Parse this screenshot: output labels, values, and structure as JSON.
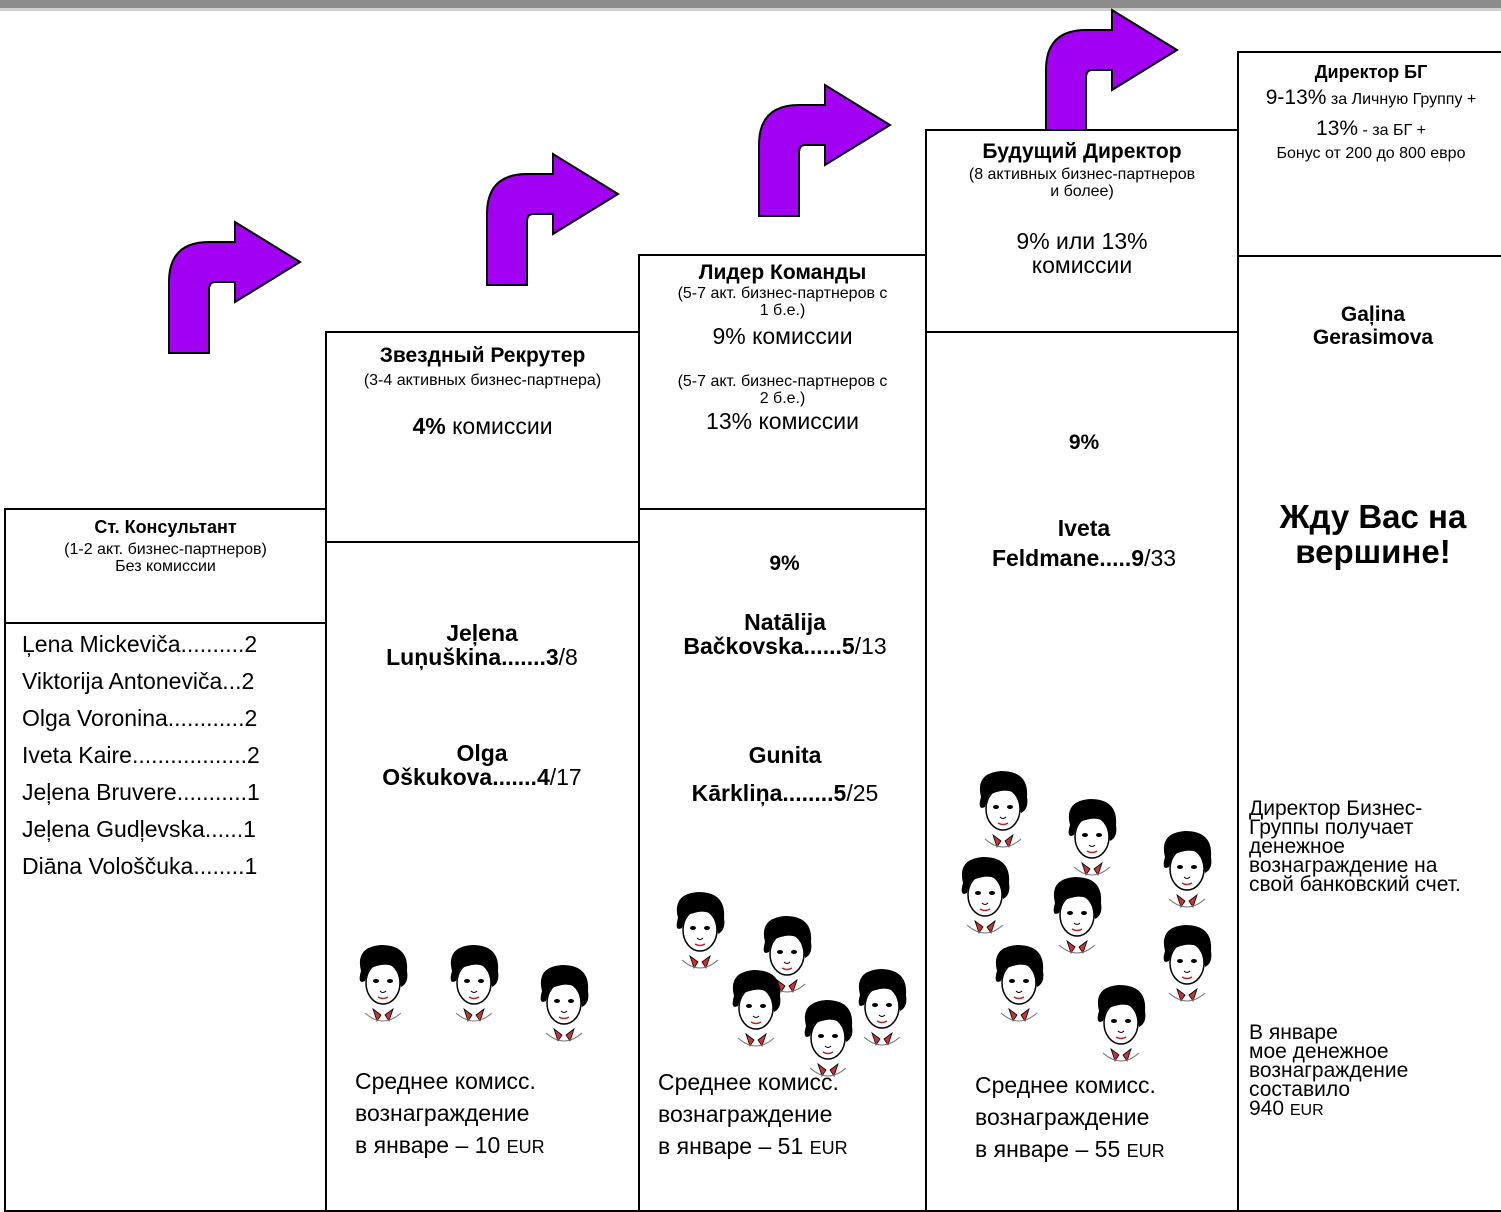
{
  "levels": [
    {
      "title": "Ст. Консультант",
      "condition": "(1-2 акт. бизнес-партнеров)",
      "commission": "Без комиссии",
      "names": [
        "Ļena Mickeviča..........2",
        "Viktorija Antoneviča...2",
        "Olga Voronina............2",
        "Iveta Kaire..................2",
        "Jeļena Bruvere...........1",
        "Jeļena Gudļevska......1",
        "Diāna Vološčuka........1"
      ]
    },
    {
      "title": "Звездный Рекрутер",
      "condition": "(3-4 активных бизнес-партнера)",
      "commission_value": "4%",
      "commission_text": " комиссии",
      "people": [
        {
          "name_first": "Jeļena",
          "name_rest": "Luņuškina.......",
          "count": "3",
          "total": "/8"
        },
        {
          "name_first": "Olga",
          "name_rest": "Oškukova.......",
          "count": "4",
          "total": "/17"
        }
      ],
      "avg_line1": "Среднее комисс.",
      "avg_line2": "вознаграждение",
      "avg_line3": "в январе –  10 ",
      "avg_unit": "EUR"
    },
    {
      "title": "Лидер Команды",
      "condition1": "(5-7 акт. бизнес-партнеров с 1 б.е.)",
      "commission1": "9% комиссии",
      "condition2": "(5-7 акт. бизнес-партнеров с 2 б.е.)",
      "commission2": "13% комиссии",
      "rate": "9%",
      "people": [
        {
          "name_first": "Natālija",
          "name_rest": "Bačkovska......",
          "count": "5",
          "total": "/13"
        },
        {
          "name_first": "Gunita",
          "name_rest": "Kārkliņa........",
          "count": "5",
          "total": "/25"
        }
      ],
      "avg_line1": "Среднее комисс.",
      "avg_line2": "вознаграждение",
      "avg_line3": "в январе –  51 ",
      "avg_unit": "EUR"
    },
    {
      "title": "Будущий Директор",
      "condition": "(8 активных бизнес-партнеров и более)",
      "commission": "9% или 13% комиссии",
      "rate": "9%",
      "people": [
        {
          "name_first": "Iveta",
          "name_rest": "Feldmane.....",
          "count": "9",
          "total": "/33"
        }
      ],
      "avg_line1": "Среднее комисс.",
      "avg_line2": "вознаграждение",
      "avg_line3": "в январе – 55 ",
      "avg_unit": "EUR"
    },
    {
      "title": "Директор БГ",
      "pct1": "9-13%",
      "pct1_text": "  за Личную Группу +",
      "pct2": "13%",
      "pct2_text": " - за БГ +",
      "bonus": "Бонус от 200 до 800 евро",
      "name": "Gaļina Gerasimova",
      "slogan": "Жду Вас на вершине!",
      "desc": "Директор Бизнес-Группы получает денежное вознаграждение на свой банковский счет.",
      "jan_line1": "В январе",
      "jan_line2": "мое денежное",
      "jan_line3": "вознаграждение",
      "jan_line4": "составило",
      "jan_amount": "940 ",
      "jan_unit": "EUR"
    }
  ],
  "colors": {
    "arrow": "#a100f2",
    "border": "#000000"
  }
}
